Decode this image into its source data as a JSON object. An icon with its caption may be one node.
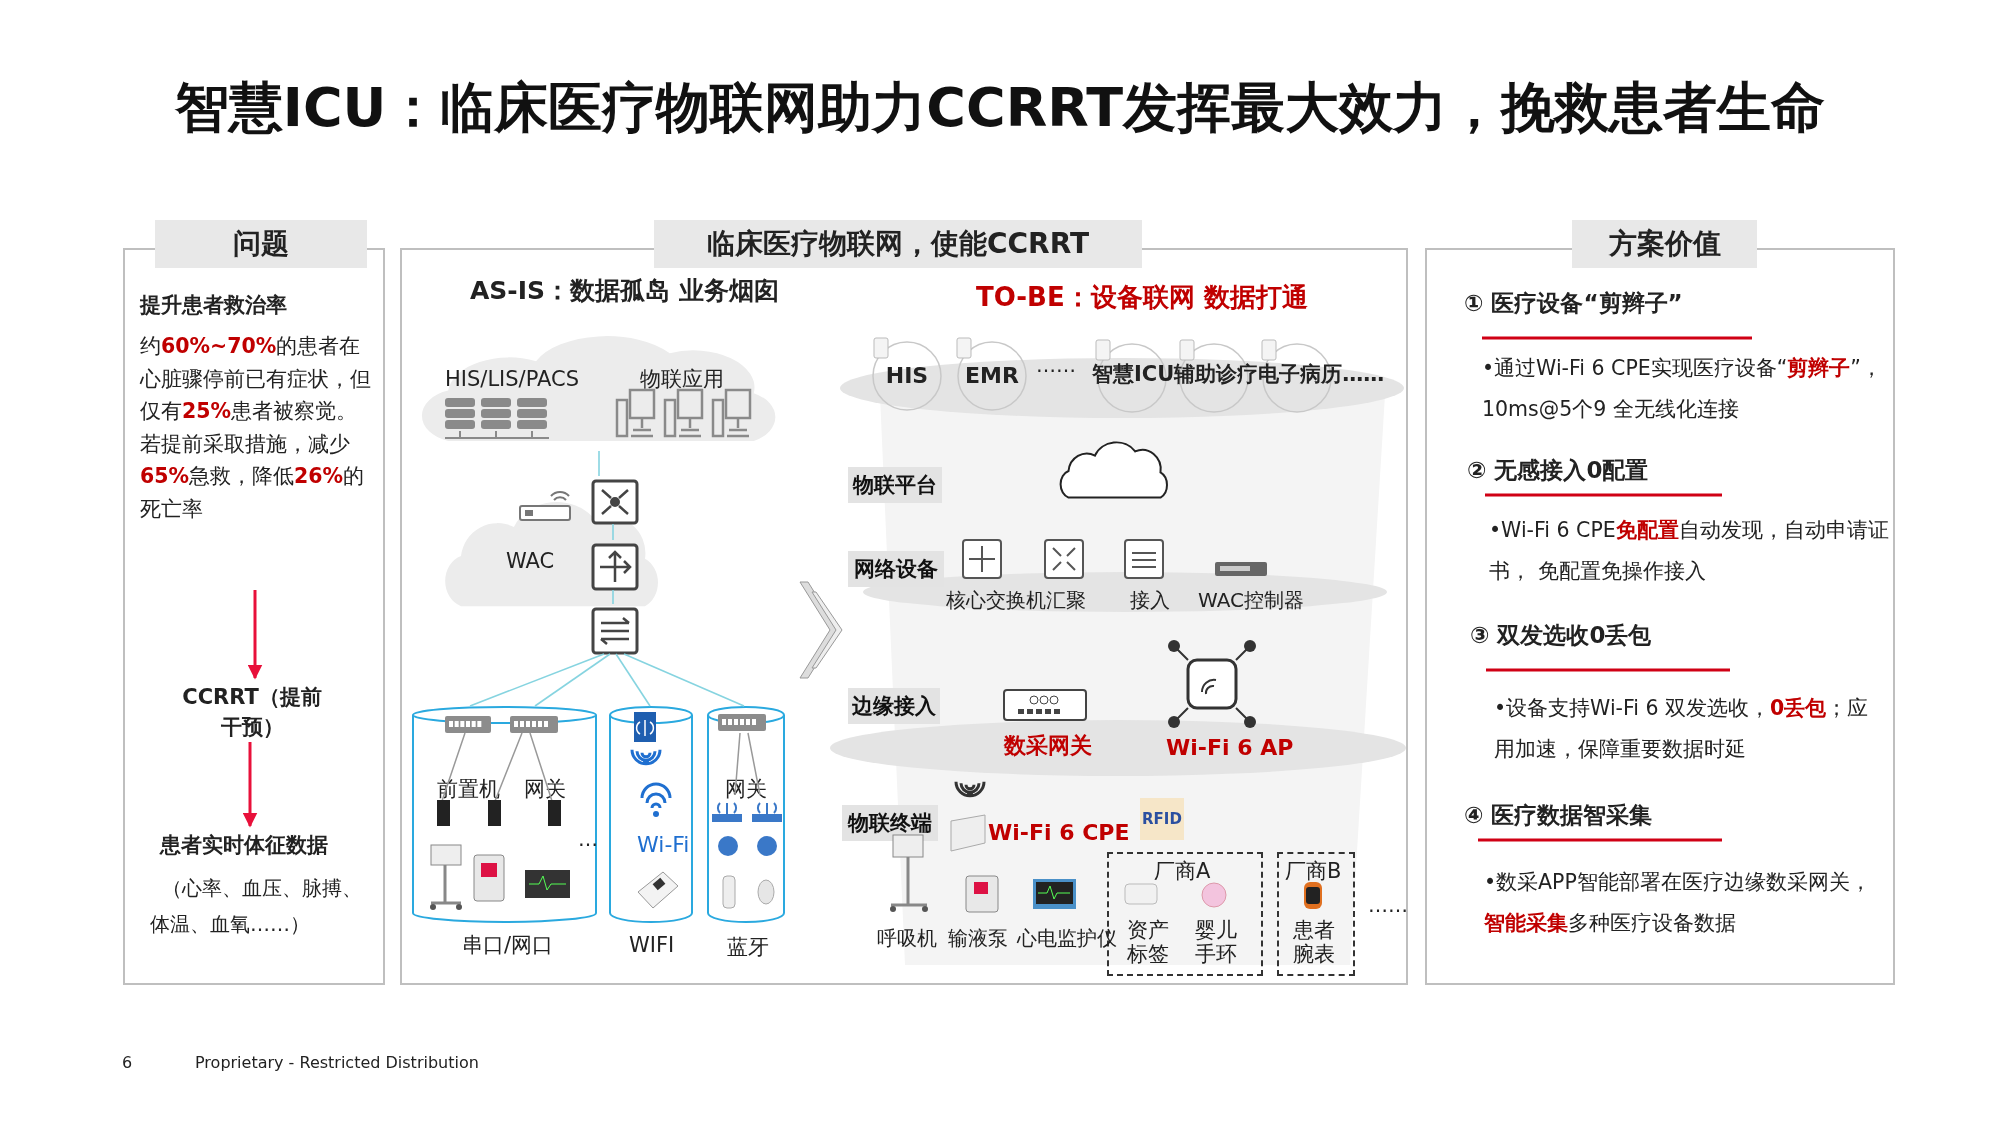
{
  "diagram": {
    "title": "智慧ICU：临床医疗物联网助力CCRRT发挥最大效力，挽救患者生命",
    "nodes": [
      {
        "text": [
          "问题"
        ]
      },
      {
        "text": [
          "提升患者救治率",
          "约**60%~70%**的患者在心脏骤停前已有症状，但仅有**25%**患者被察觉。若提前采取措施，减少**65%**急救，降低**26%**的死亡率"
        ],
        "in": 0
      },
      {
        "text": [
          "CCRRT（提前干预）"
        ],
        "in": 0
      },
      {
        "text": [
          "患者实时体征数据",
          "（心率、血压、脉搏、体温、血氧……）"
        ],
        "in": 0
      },
      {
        "text": [
          "临床医疗物联网，使能CCRRT"
        ]
      },
      {
        "text": [
          "HIS/LIS/PACS",
          "物联应用"
        ],
        "in": 4
      },
      {
        "text": [
          "WAC"
        ],
        "in": 4
      },
      {
        "text": [],
        "shape": "picture",
        "in": 4
      },
      {
        "text": [],
        "shape": "picture",
        "in": 6
      },
      {
        "text": [],
        "shape": "picture",
        "in": 4
      },
      {
        "text": [
          "前置机",
          "网关"
        ],
        "beside": [
          "串口/网口"
        ],
        "in": 4
      },
      {
        "text": [
          "Wi-Fi"
        ],
        "beside": [
          "WIFI"
        ],
        "in": 4
      },
      {
        "text": [
          "网关"
        ],
        "beside": [
          "蓝牙"
        ],
        "in": 4
      },
      {
        "text": [
          "HIS"
        ],
        "in": 4
      },
      {
        "text": [
          "EMR"
        ],
        "in": 4
      },
      {
        "text": [],
        "shape": "circle",
        "in": 4
      },
      {
        "text": [],
        "shape": "circle",
        "in": 4
      },
      {
        "text": [],
        "shape": "circle",
        "in": 4
      },
      {
        "text": [
          "物联平台"
        ],
        "in": 4
      },
      {
        "text": [],
        "shape": "cloud",
        "in": 4
      },
      {
        "text": [
          "网络设备"
        ],
        "in": 4
      },
      {
        "text": [
          "边缘接入"
        ],
        "in": 4
      },
      {
        "text": [
          "物联终端"
        ],
        "in": 4
      },
      {
        "text": [
          "厂商A",
          "资产标签",
          "婴儿手环"
        ],
        "in": 4
      },
      {
        "text": [
          "厂商B",
          "患者腕表"
        ],
        "in": 4
      },
      {
        "text": [
          "方案价值",
          "① 医疗设备“剪辫子”",
          "•通过Wi-Fi 6 CPE实现医疗设备“**剪辫子**”， 10ms@5个9 全无线化连接",
          "② 无感接入0配置",
          "•Wi-Fi 6 CPE**免配置**自动发现，自动申请证书， 免配置免操作接入",
          "③ 双发选收0丢包",
          "•设备支持Wi-Fi 6 双发选收，**0丢包**；应用加速，保障重要数据时延",
          "④ 医疗数据智采集",
          "•数采APP智能部署在医疗边缘数采网关，**智能采集**多种医疗设备数据"
        ]
      }
    ],
    "edges": [
      {
        "from": 1,
        "to": 2,
        "arrow": "to",
        "color": "#e8103a"
      },
      {
        "from": 2,
        "to": 3,
        "arrow": "to",
        "color": "#e8103a"
      },
      {
        "from": 5,
        "to": 7,
        "arrow": "none"
      },
      {
        "from": 7,
        "to": 8,
        "arrow": "none"
      },
      {
        "from": 8,
        "to": 9,
        "arrow": "none"
      },
      {
        "from": 9,
        "to": 10,
        "arrow": "none"
      },
      {
        "from": 9,
        "to": 10,
        "arrow": "none"
      },
      {
        "from": 9,
        "to": 11,
        "arrow": "none"
      },
      {
        "from": 9,
        "to": 12,
        "arrow": "none"
      }
    ],
    "labels": [
      "AS-IS：数据孤岛 业务烟囱",
      "…",
      "TO-BE：设备联网 数据打通",
      "……",
      "智慧ICU辅助诊疗电子病历……",
      "核心交换机汇聚",
      "接入",
      "WAC控制器",
      "数采网关",
      "Wi-Fi 6 AP",
      "Wi-Fi 6 CPE",
      "RFID",
      "呼吸机",
      "输液泵",
      "心电监护仪",
      "……",
      "6",
      "Proprietary - Restricted Distribution"
    ]
  }
}
